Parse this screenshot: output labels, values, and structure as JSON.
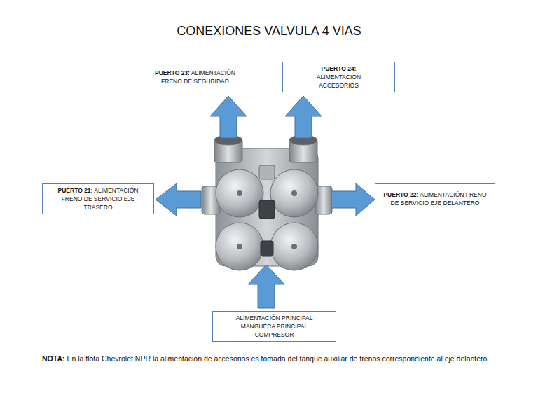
{
  "diagram": {
    "title": "CONEXIONES VALVULA 4 VIAS",
    "nodes": [
      {
        "text": [
          "PUERTO 23:",
          "ALIMENTACIÓN FRENO DE SEGURIDAD"
        ]
      },
      {
        "text": [
          "PUERTO 24:",
          "ALIMENTACIÓN ACCESORIOS"
        ]
      },
      {
        "text": [
          "PUERTO 21:",
          "ALIMENTACIÓN FRENO DE SERVICIO EJE TRASERO"
        ]
      },
      {
        "text": [
          "PUERTO 22:",
          "ALIMENTACIÓN FRENO DE SERVICIO EJE DELANTERO"
        ]
      },
      {
        "text": [
          "ALIMENTACIÓN PRINCIPAL MANGUERA PRINCIPAL COMPRESOR"
        ]
      }
    ],
    "labels": [
      "NOTA:",
      "En la flota Chevrolet NPR la alimentación de accesorios es tomada del tanque auxiliar de frenos correspondiente al eje delantero."
    ]
  }
}
